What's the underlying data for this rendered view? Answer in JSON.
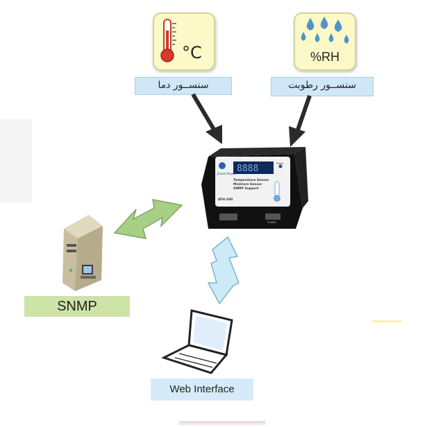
{
  "sensors": {
    "temperature": {
      "unit": "°C",
      "label": "سنســور دما"
    },
    "humidity": {
      "unit": "%RH",
      "label": "سنســور رطوبت"
    }
  },
  "device": {
    "display": "8888",
    "brand": "Jiroom Payam",
    "model": "ATH-200",
    "features": [
      "Temperature Sensor",
      "Moisture Sensor",
      "SNMP Support"
    ],
    "port_label": "POWER",
    "led_label": "Power"
  },
  "clients": {
    "snmp": {
      "label": "SNMP"
    },
    "web": {
      "label": "Web Interface"
    }
  },
  "colors": {
    "snmp_arrow": "#a7cf86",
    "web_arrow": "#cdeaf7",
    "sensor_arrow": "#2b2b2b",
    "device_body": "#1a1a1a",
    "display_bg": "#0d2a5a"
  }
}
